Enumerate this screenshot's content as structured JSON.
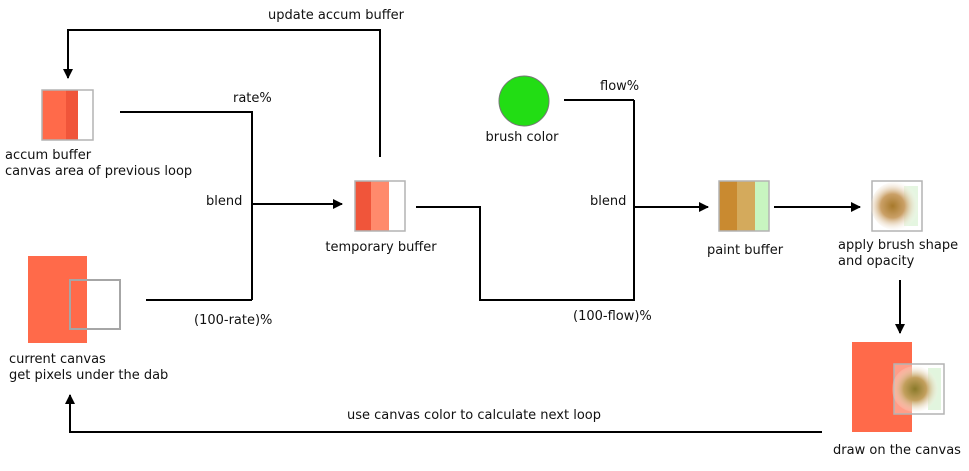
{
  "labels": {
    "update_accum": "update accum buffer",
    "rate": "rate%",
    "accum_buffer": [
      "accum buffer",
      "canvas area of previous loop"
    ],
    "blend_left": "blend",
    "temporary_buffer": "temporary buffer",
    "current_canvas": [
      "current canvas",
      "get pixels under the dab"
    ],
    "one_minus_rate": "(100-rate)%",
    "brush_color": "brush color",
    "flow": "flow%",
    "blend_right": "blend",
    "one_minus_flow": "(100-flow)%",
    "paint_buffer": "paint buffer",
    "apply_brush": [
      "apply brush shape",
      "and opacity"
    ],
    "draw_on_canvas": "draw on the canvas",
    "next_loop": "use canvas color to calculate next loop"
  },
  "colors": {
    "canvas_red": "#ff6a4a",
    "accum_dark": "#f0553a",
    "temp_light": "#ff8a6c",
    "brush_green": "#22dd14",
    "paint_brown1": "#c98a30",
    "paint_brown2": "#d4aa5c",
    "paint_green": "#c8f5c0"
  }
}
